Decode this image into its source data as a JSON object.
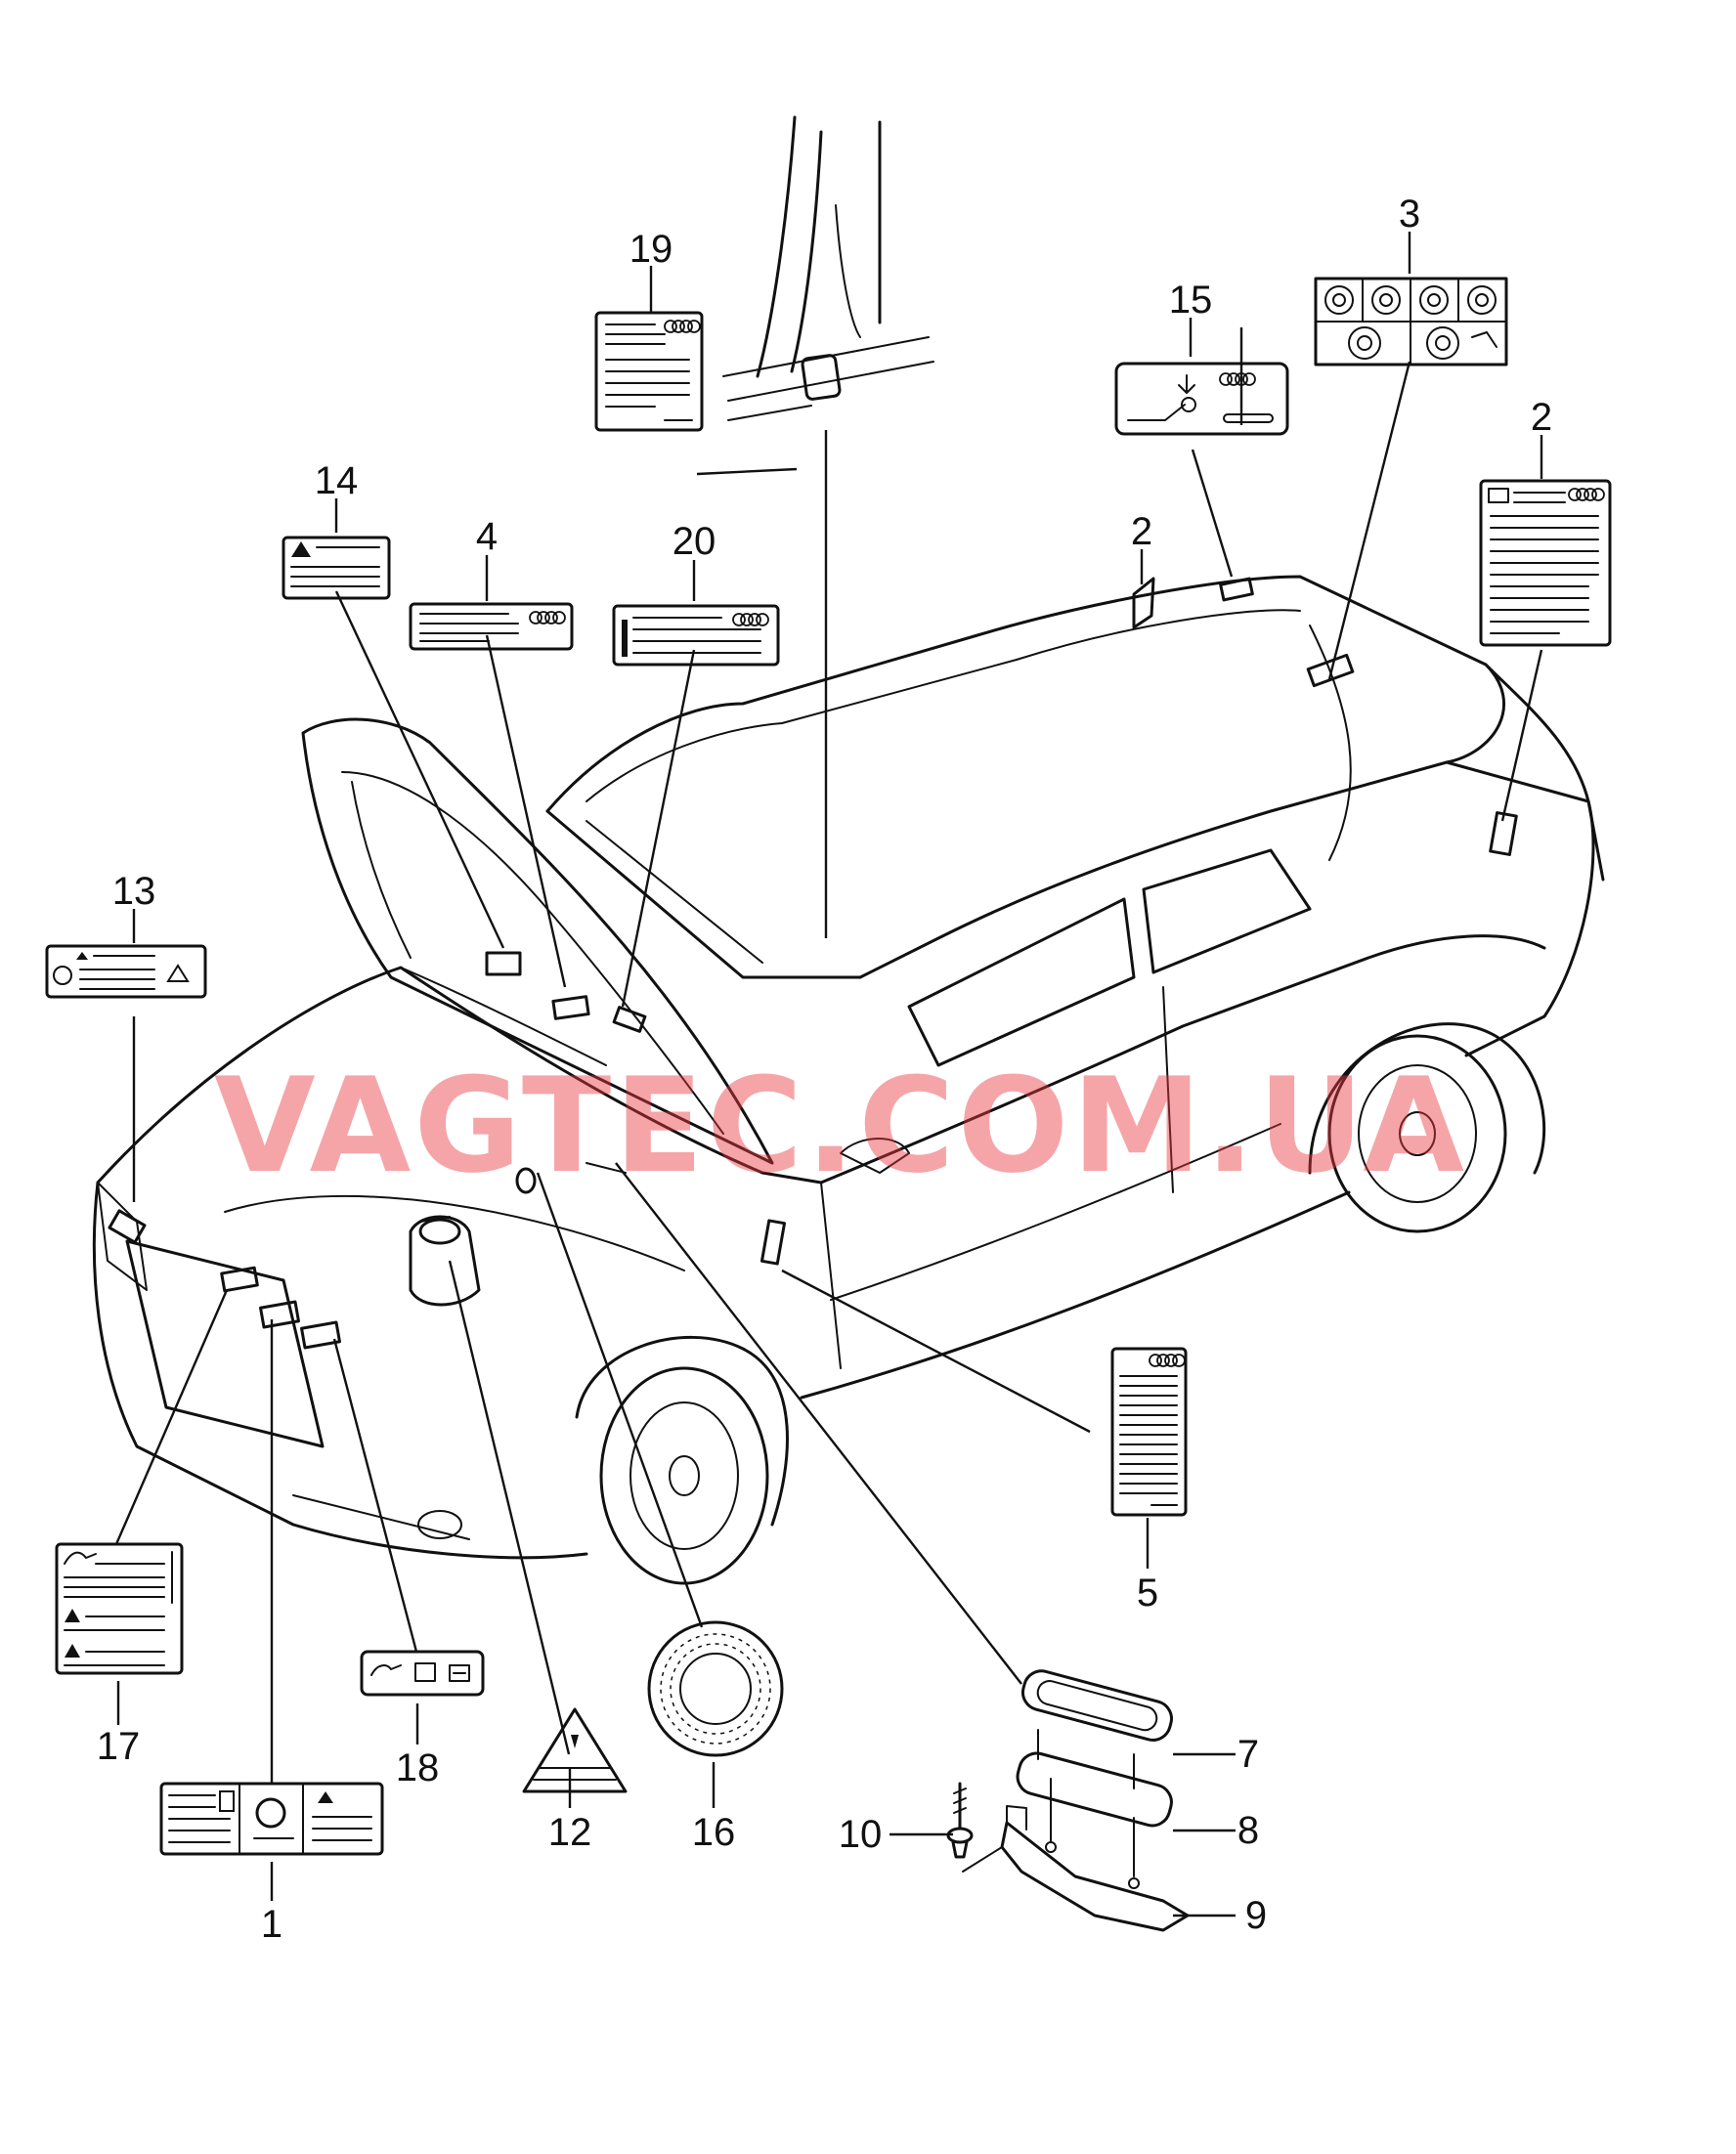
{
  "watermark": "VAGTEC.COM.UA",
  "callouts": {
    "c1": "1",
    "c2a": "2",
    "c2b": "2",
    "c3": "3",
    "c4": "4",
    "c5": "5",
    "c7": "7",
    "c8": "8",
    "c9": "9",
    "c10": "10",
    "c12": "12",
    "c13": "13",
    "c14": "14",
    "c15": "15",
    "c16": "16",
    "c17": "17",
    "c18": "18",
    "c19": "19",
    "c20": "20"
  },
  "logo_text": "Audi",
  "icons": [
    "car-outline",
    "open-hood",
    "warning-triangle-label",
    "tyre-pressure-label",
    "service-flap-bracket",
    "rivet-screw"
  ]
}
